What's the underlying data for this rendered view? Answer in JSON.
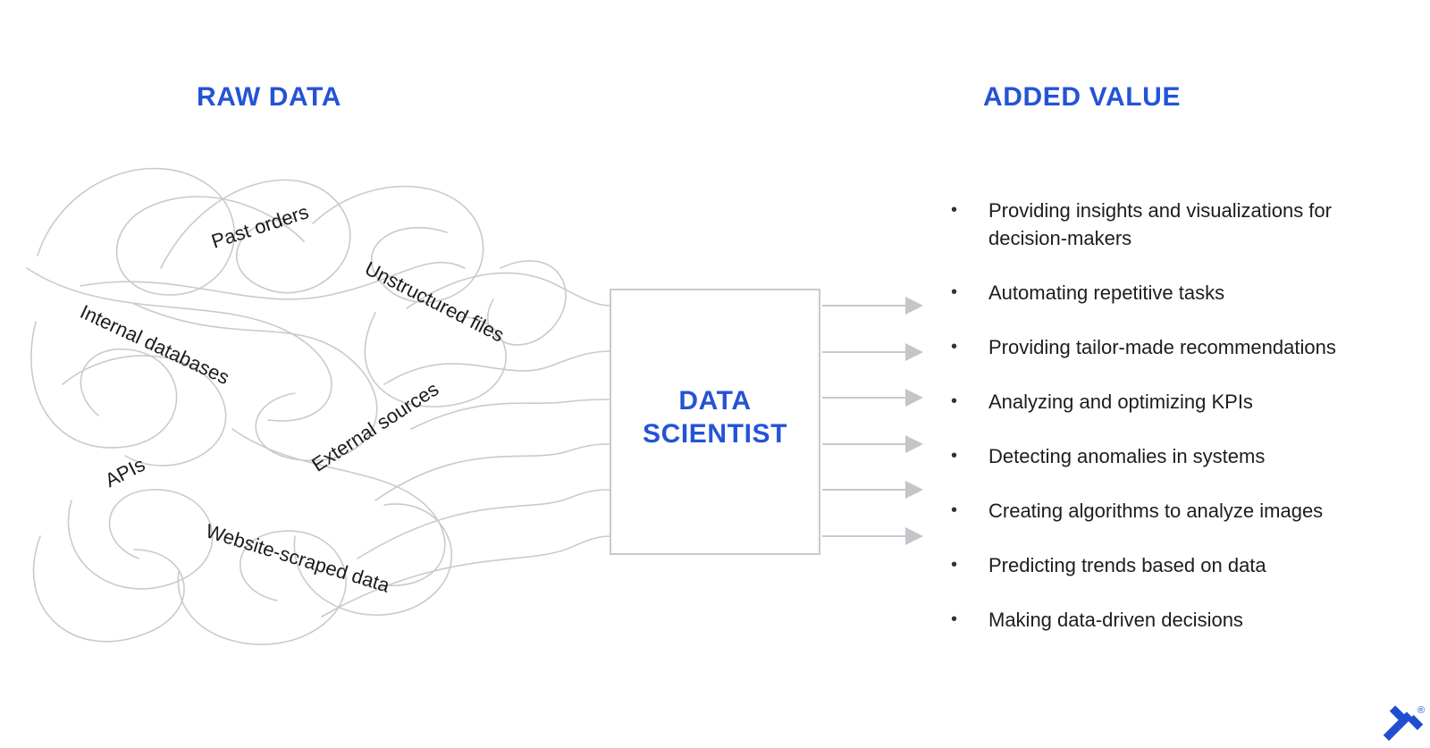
{
  "page": {
    "background": "#ffffff",
    "accent_blue": "#2453d6",
    "line_gray": "#c9cace",
    "arrow_gray": "#c3c5c9",
    "text_dark": "#1d1d20"
  },
  "raw_data": {
    "heading": "RAW DATA",
    "sources": [
      {
        "label": "Past orders"
      },
      {
        "label": "Unstructured files"
      },
      {
        "label": "Internal databases"
      },
      {
        "label": "External sources"
      },
      {
        "label": "APIs"
      },
      {
        "label": "Website-scraped data"
      }
    ]
  },
  "processor": {
    "title_line1": "DATA",
    "title_line2": "SCIENTIST"
  },
  "added_value": {
    "heading": "ADDED VALUE",
    "items": [
      {
        "label": "Providing insights and visualizations for decision-makers"
      },
      {
        "label": "Automating repetitive tasks"
      },
      {
        "label": "Providing tailor-made recommendations"
      },
      {
        "label": "Analyzing and optimizing KPIs"
      },
      {
        "label": "Detecting anomalies in systems"
      },
      {
        "label": "Creating algorithms to analyze images"
      },
      {
        "label": "Predicting trends based on data"
      },
      {
        "label": "Making data-driven decisions"
      }
    ]
  },
  "branding": {
    "logo_name": "toptal-logo",
    "logo_color": "#204ECF",
    "registered_mark": "®"
  }
}
